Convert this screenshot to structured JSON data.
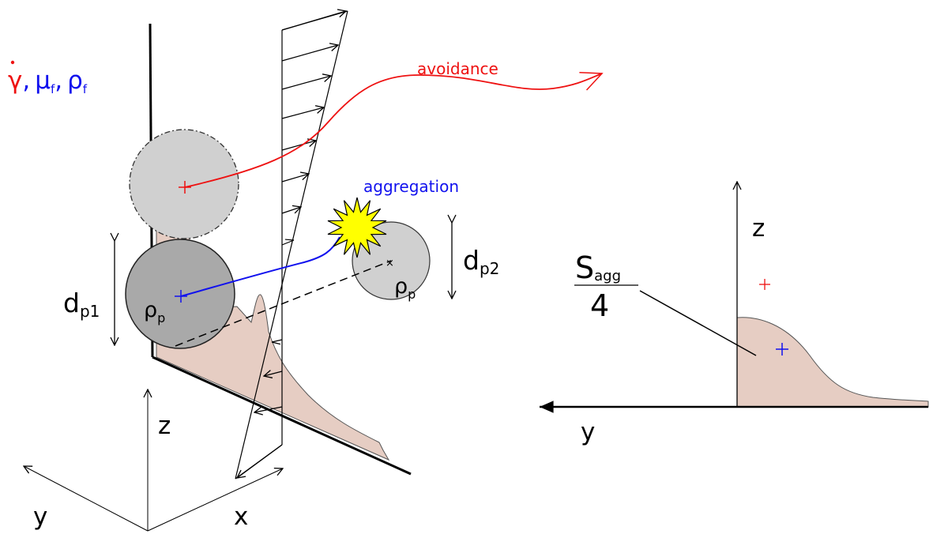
{
  "params": {
    "gamma_dot": "γ",
    "sep1": ",",
    "mu": "μ",
    "mu_sub": "f",
    "sep2": ",",
    "rho": "ρ",
    "rho_sub": "f"
  },
  "labels": {
    "avoidance": "avoidance",
    "aggregation": "aggregation",
    "d_p1_main": "d",
    "d_p1_sub": "p1",
    "d_p2_main": "d",
    "d_p2_sub": "p2",
    "rho_p1_main": "ρ",
    "rho_p1_sub": "p",
    "rho_p2_main": "ρ",
    "rho_p2_sub": "p",
    "s_agg_main": "S",
    "s_agg_sub": "agg",
    "s_agg_den": "4"
  },
  "axes_left": {
    "z": "z",
    "y": "y",
    "x": "x"
  },
  "axes_right": {
    "z": "z",
    "y": "y"
  },
  "colors": {
    "red": "#ee1111",
    "blue": "#1111ee",
    "particle_fill": "#d0d0d0",
    "particle_dark": "#a9a9a9",
    "profile_fill": "#e6cdc3",
    "star_fill": "#ffff00"
  }
}
